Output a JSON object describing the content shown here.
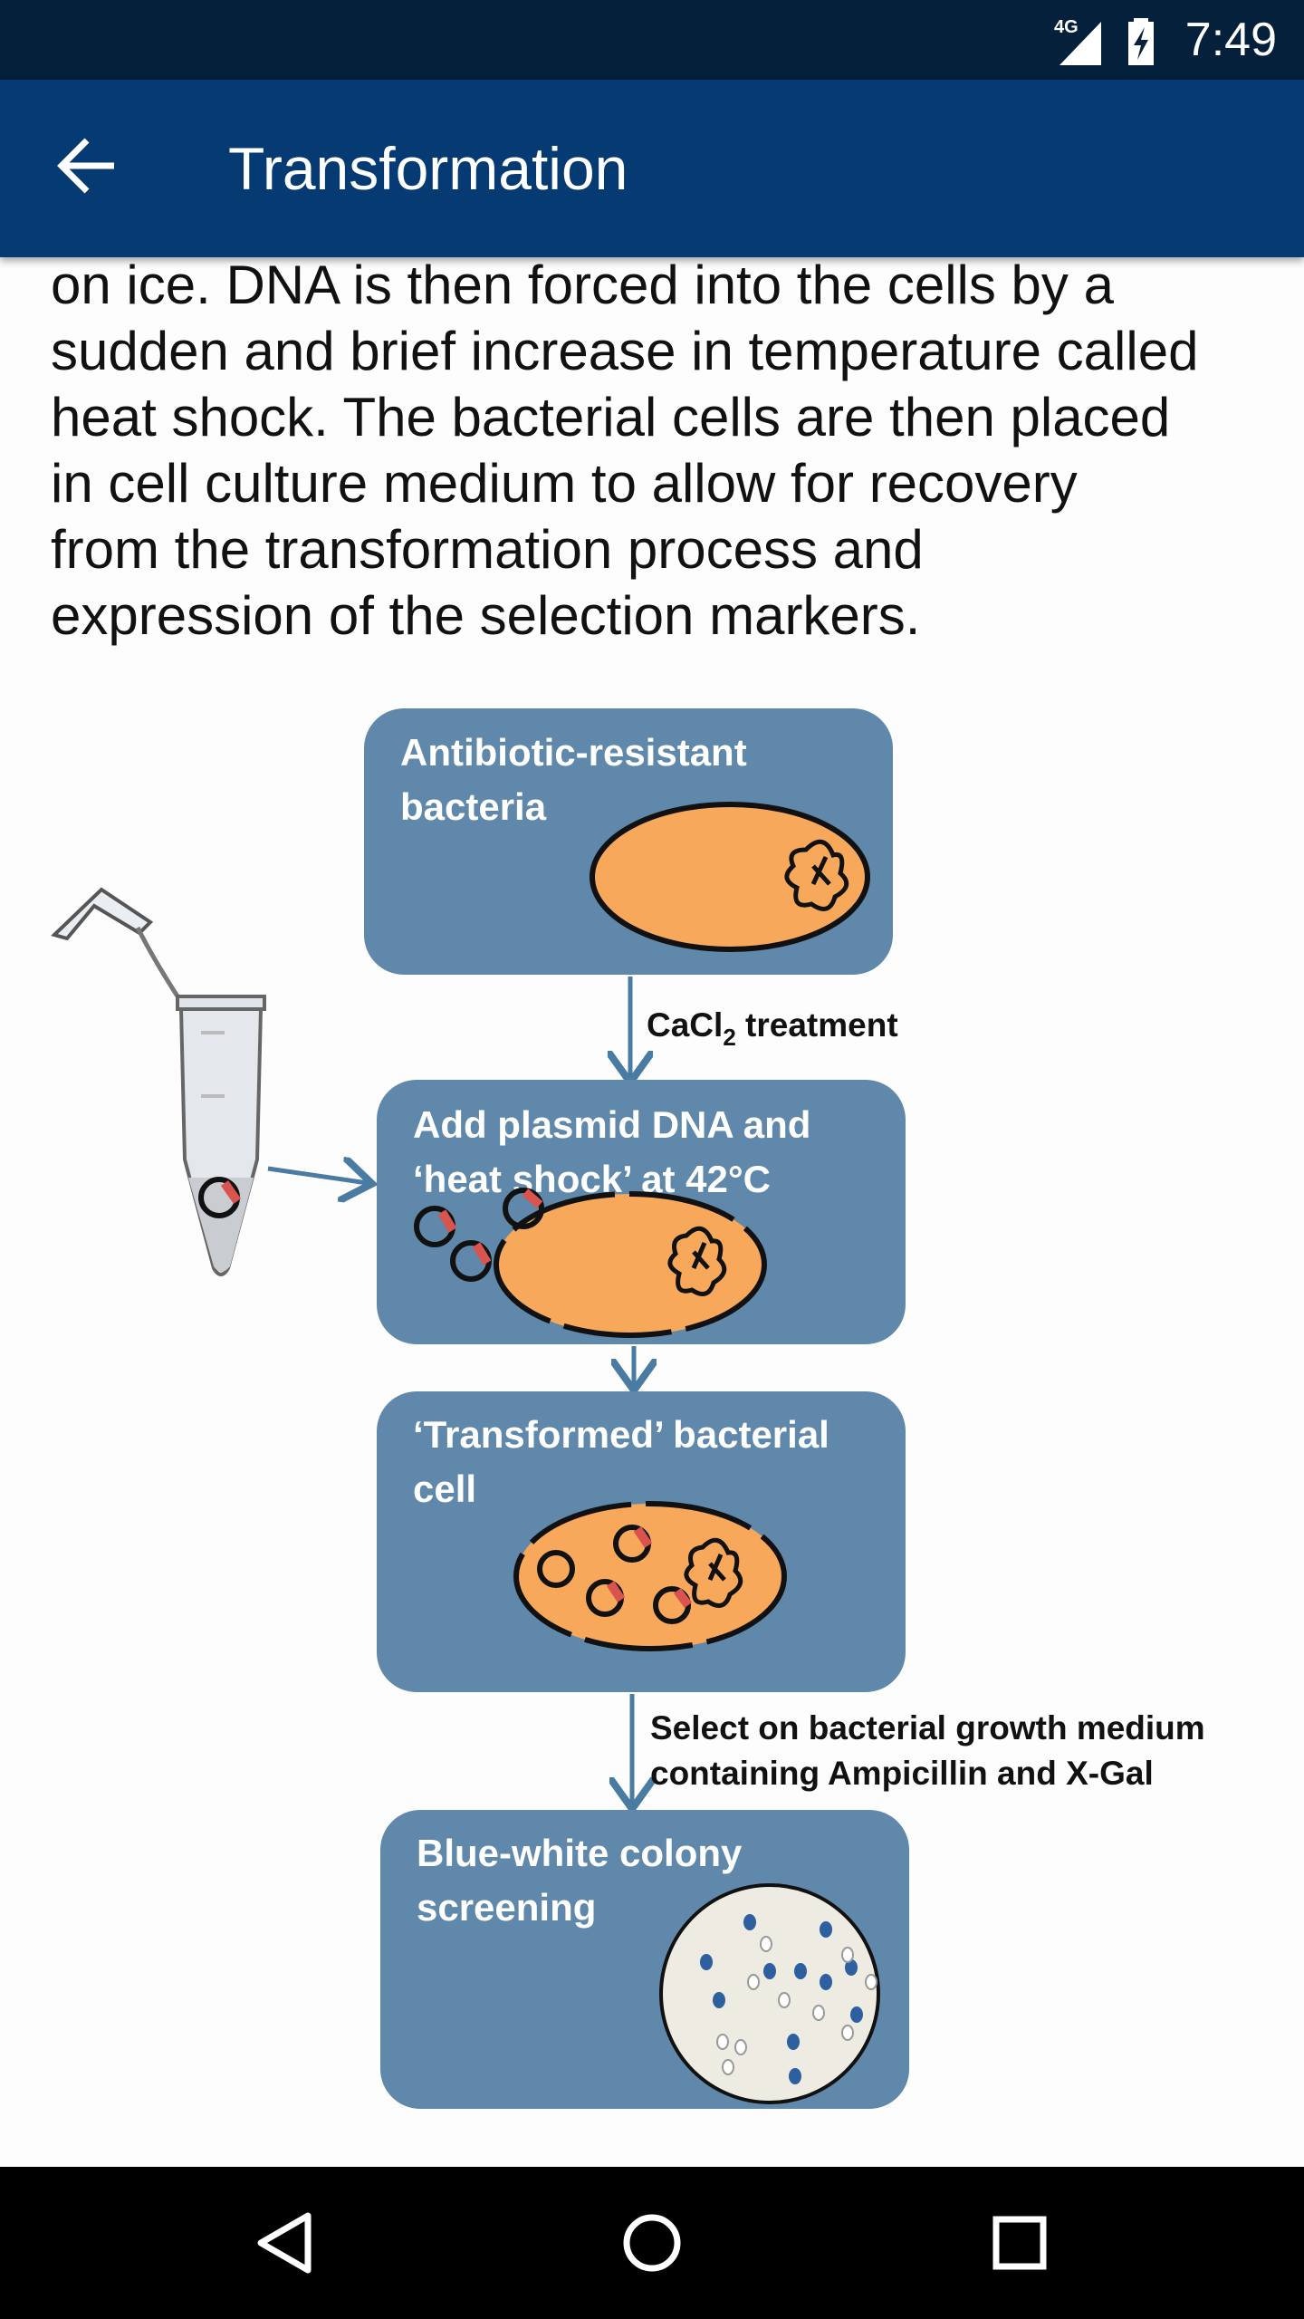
{
  "status_bar": {
    "time": "7:49",
    "network": "4G",
    "icons": [
      "signal-icon",
      "battery-charging-icon"
    ]
  },
  "app_bar": {
    "title": "Transformation",
    "back_icon": "arrow-left-icon"
  },
  "content": {
    "paragraph_lines": [
      "on ice. DNA is then forced into the cells by a",
      "sudden and brief increase in temperature called",
      "heat shock. The bacterial cells are then placed",
      "in cell culture medium to allow for recovery",
      "from the transformation process and",
      "expression of the selection markers."
    ]
  },
  "diagram": {
    "step1": {
      "line1": "Antibiotic-resistant",
      "line2": "bacteria"
    },
    "arrow1": {
      "prefix": "CaCl",
      "sub": "2",
      "suffix": " treatment"
    },
    "step2": {
      "line1": "Add plasmid DNA and",
      "line2": "‘heat shock’ at 42°C"
    },
    "step3": {
      "line1": "‘Transformed’ bacterial",
      "line2": "cell"
    },
    "arrow3": {
      "line1": "Select on bacterial growth medium",
      "line2": "containing Ampicillin and X-Gal"
    },
    "step4": {
      "line1": "Blue-white colony",
      "line2": "screening"
    },
    "colors": {
      "box": "#5f88aa",
      "cell": "#f7a85a",
      "arrow": "#4a7ca3",
      "blue_colony": "#2e5f9e"
    }
  },
  "nav_bar": {
    "back": "back-triangle-icon",
    "home": "home-circle-icon",
    "recents": "recents-square-icon"
  }
}
